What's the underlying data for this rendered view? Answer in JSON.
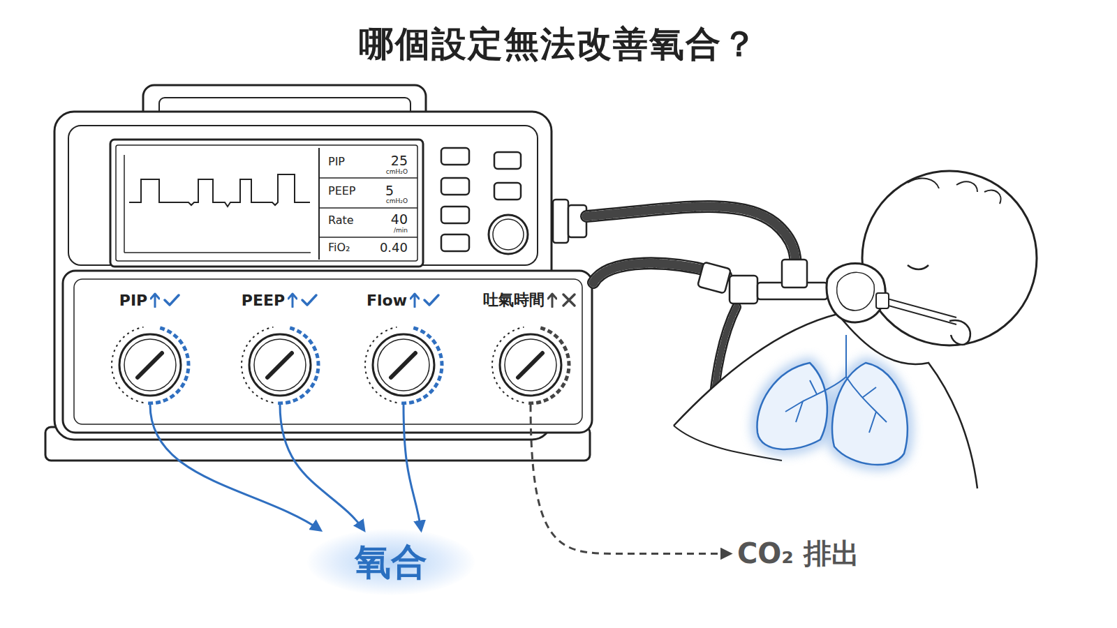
{
  "diagram": {
    "title": "哪個設定無法改善氧合？",
    "nodes": [
      {
        "text": [
          "PIP"
        ]
      },
      {
        "text": [
          "PEEP"
        ]
      },
      {
        "text": [
          "Flow"
        ]
      },
      {
        "text": [
          "吐氣時間"
        ]
      },
      {
        "text": [
          "氧合"
        ]
      },
      {
        "text": [
          "CO₂ 排出"
        ]
      }
    ],
    "edges": [
      {
        "from": 0,
        "to": 4,
        "arrow": "to"
      },
      {
        "from": 1,
        "to": 4,
        "arrow": "to"
      },
      {
        "from": 2,
        "to": 4,
        "arrow": "to"
      },
      {
        "from": 3,
        "to": 5,
        "arrow": "to"
      }
    ],
    "labels": [
      "PIP",
      "25",
      "cmH₂O",
      "PEEP",
      "5",
      "cmH₂O",
      "Rate",
      "40",
      "/min",
      "FiO₂",
      "0.40"
    ]
  }
}
